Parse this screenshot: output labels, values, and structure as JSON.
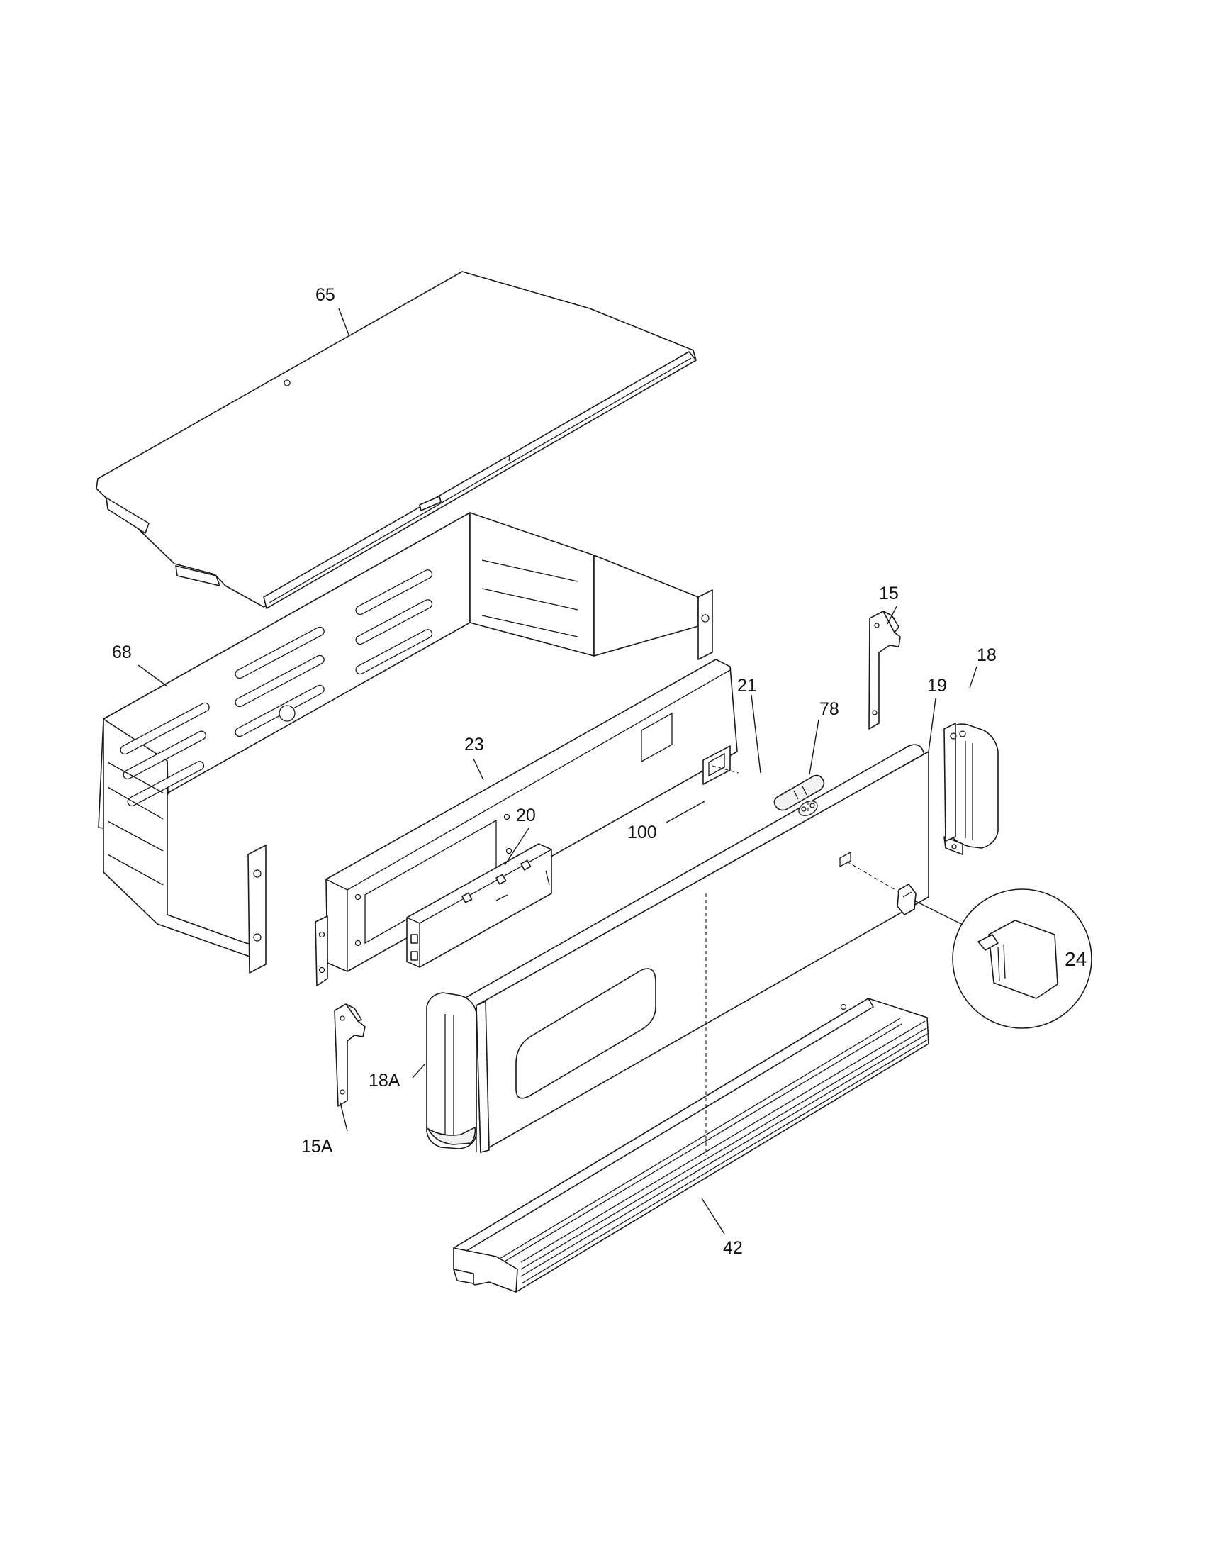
{
  "callouts": {
    "c65": "65",
    "c68": "68",
    "c23": "23",
    "c20": "20",
    "c100": "100",
    "c21": "21",
    "c78": "78",
    "c15": "15",
    "c19": "19",
    "c18": "18",
    "c24": "24",
    "c15a": "15A",
    "c18a": "18A",
    "c42": "42"
  }
}
